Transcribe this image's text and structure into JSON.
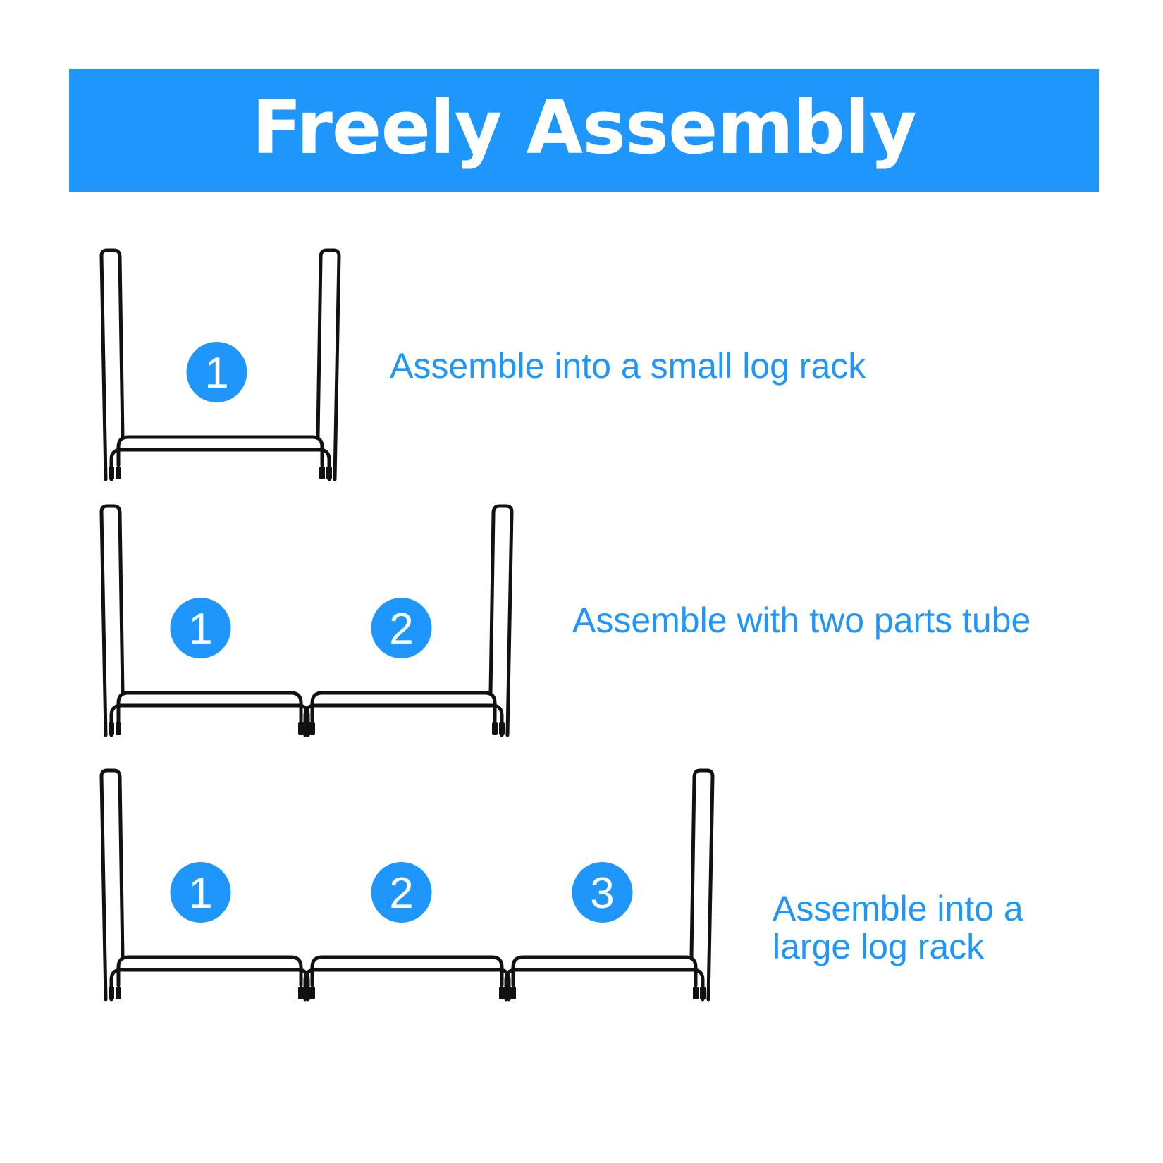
{
  "header": {
    "title": "Freely Assembly"
  },
  "racks": [
    {
      "caption_lines": [
        "Assemble into a small log rack"
      ],
      "sections": [
        "1"
      ]
    },
    {
      "caption_lines": [
        "Assemble with two parts tube"
      ],
      "sections": [
        "1",
        "2"
      ]
    },
    {
      "caption_lines": [
        "Assemble into a",
        "large log rack"
      ],
      "sections": [
        "1",
        "2",
        "3"
      ]
    }
  ],
  "colors": {
    "accent": "#1e96fb",
    "frame": "#111111",
    "background": "#ffffff"
  }
}
